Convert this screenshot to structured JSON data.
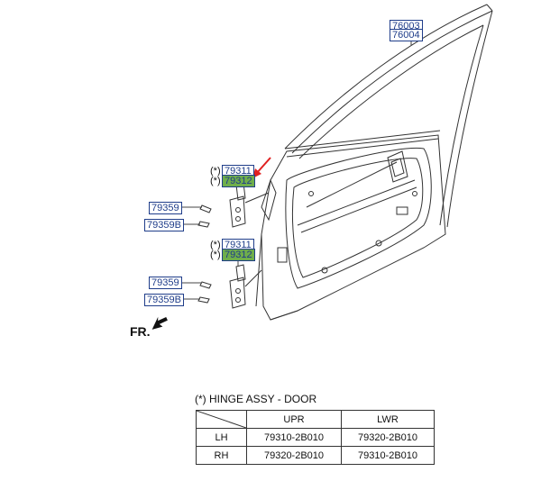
{
  "callouts": {
    "door_panel_a": "76003",
    "door_panel_b": "76004",
    "upper_hinge_a": "79311",
    "upper_hinge_b": "79312",
    "upper_bolt_a": "79359",
    "upper_bolt_b": "79359B",
    "lower_hinge_a": "79311",
    "lower_hinge_b": "79312",
    "lower_bolt_a": "79359",
    "lower_bolt_b": "79359B",
    "hinge_marker": "(*)"
  },
  "direction_label": "FR.",
  "table": {
    "title": "(*) HINGE ASSY - DOOR",
    "headers": [
      "",
      "UPR",
      "LWR"
    ],
    "rows": [
      {
        "side": "LH",
        "upr": "79310-2B010",
        "lwr": "79320-2B010"
      },
      {
        "side": "RH",
        "upr": "79320-2B010",
        "lwr": "79310-2B010"
      }
    ]
  },
  "colors": {
    "callout_border": "#1f3d8a",
    "highlight": "#6fae4b",
    "pointer_arrow": "#e02020"
  }
}
